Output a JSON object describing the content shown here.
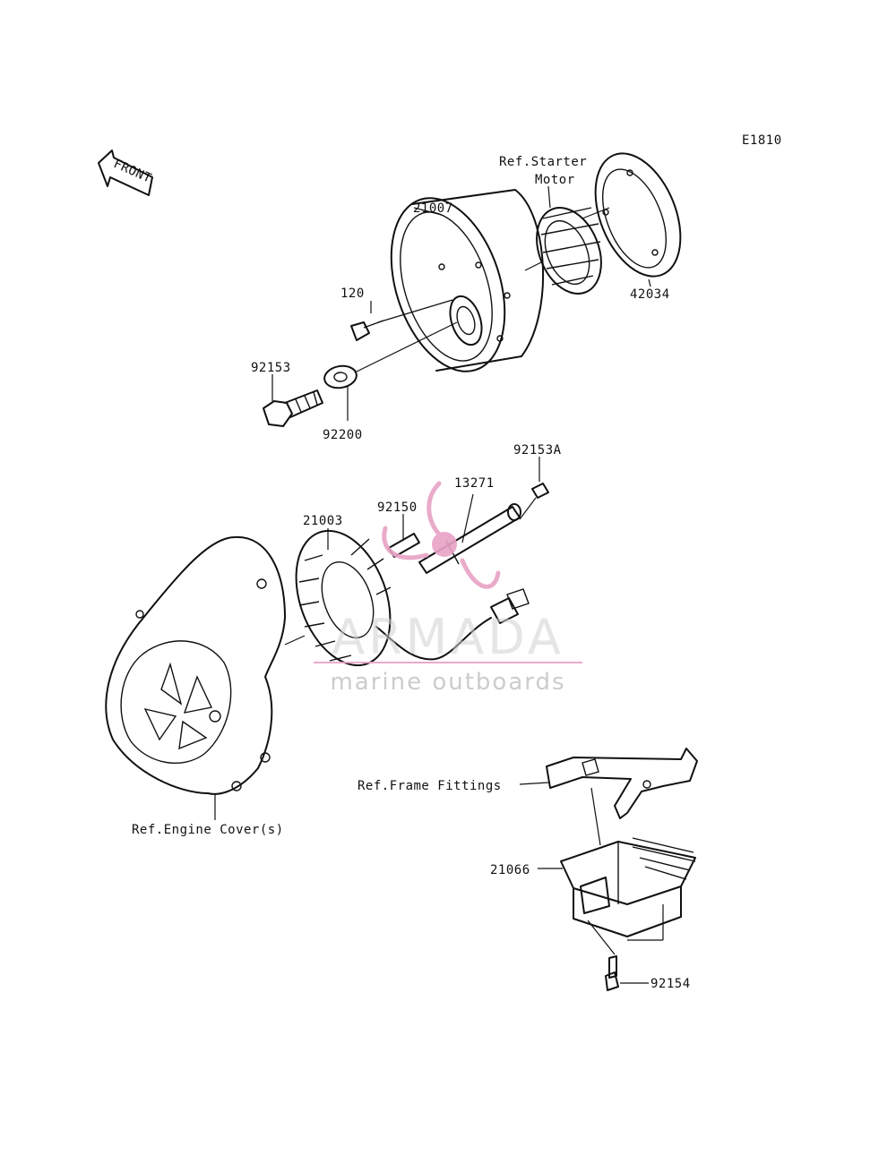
{
  "diagram_code": "E1810",
  "front_label": "FRONT",
  "parts": {
    "p21007": "21007",
    "p120": "120",
    "p92153": "92153",
    "p92200": "92200",
    "p42034": "42034",
    "p92153A": "92153A",
    "p13271": "13271",
    "p92150": "92150",
    "p21003": "21003",
    "p21066": "21066",
    "p92154": "92154"
  },
  "refs": {
    "starter_line1": "Ref.Starter",
    "starter_line2": "Motor",
    "frame": "Ref.Frame Fittings",
    "engine_cover": "Ref.Engine Cover(s)"
  },
  "watermark": {
    "brand": "ARMADA",
    "tagline": "marine outboards",
    "color": "#e8a2c6"
  }
}
